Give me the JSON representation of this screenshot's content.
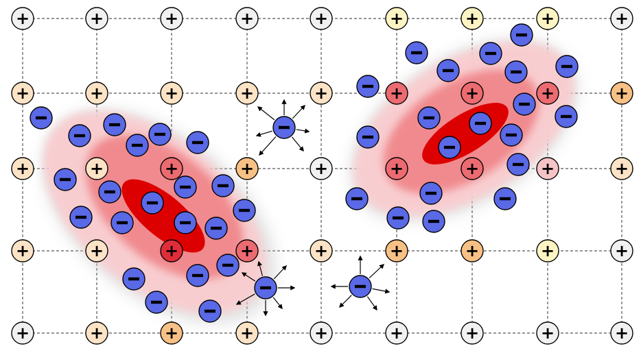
{
  "grid": {
    "rows": [
      [
        "white",
        "white",
        "white",
        "white",
        "white",
        "yellow",
        "yellow",
        "yellow",
        "white"
      ],
      [
        "peach",
        "peach",
        "peach",
        "peach",
        "peach",
        "red",
        "red",
        "red",
        "orange"
      ],
      [
        "peach",
        "peach",
        "red",
        "orange",
        "white",
        "red",
        "red",
        "pink",
        "peach"
      ],
      [
        "peach",
        "peach",
        "darkred",
        "red",
        "peach",
        "orange",
        "orange",
        "yellow",
        "white"
      ],
      [
        "white",
        "peach",
        "orange",
        "peach",
        "white",
        "white",
        "white",
        "white",
        "white"
      ]
    ],
    "colors": {
      "white": "#f1f1f1",
      "yellow": "#fdf4c4",
      "peach": "#fce3c6",
      "orange": "#f7c085",
      "red": "#ec6b71",
      "pink": "#f6c3c6",
      "darkred": "#e12d3a"
    }
  },
  "colors": {
    "electron_fill": "#5a69e6",
    "polaron_core": "#dd0000",
    "polaron_inner": "#f08a8e",
    "polaron_outer": "#f8cdd0",
    "grid_line": "#555555"
  },
  "labels": {
    "plus": "+",
    "minus": "−"
  }
}
